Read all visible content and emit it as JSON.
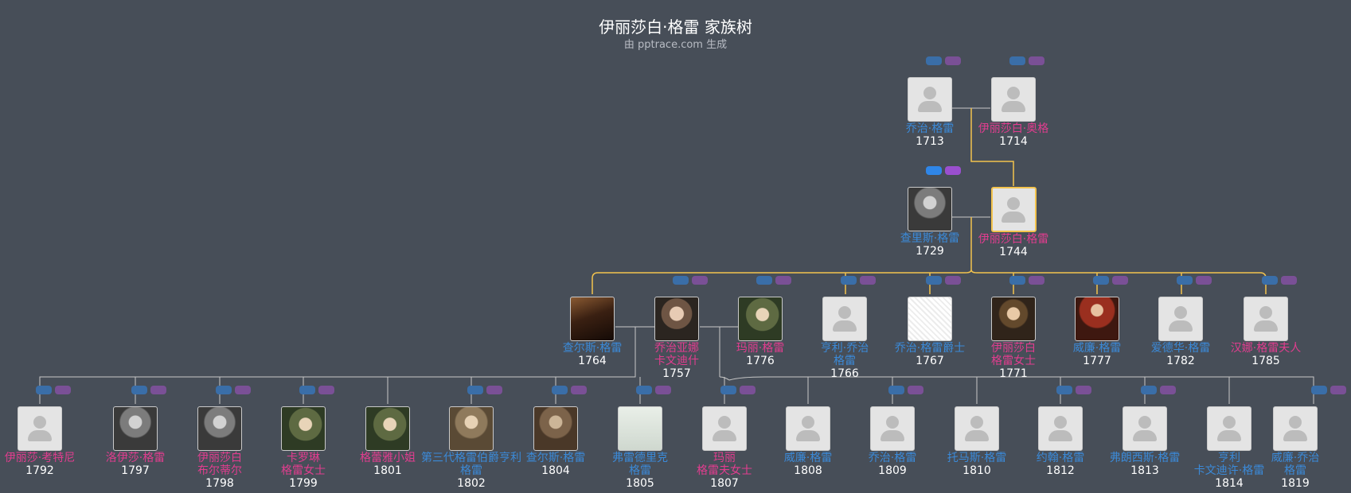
{
  "title": "伊丽莎白·格雷 家族树",
  "subtitle": "由 pptrace.com 生成",
  "colors": {
    "background": "#474e58",
    "male_name": "#3b8ad8",
    "female_name": "#e23d8f",
    "highlight_line": "#f3c34d",
    "line": "#c8c8c8"
  },
  "people": [
    {
      "id": "george",
      "name": "乔治·格雷",
      "year": "1713",
      "gender": "male",
      "photo": "placeholder"
    },
    {
      "id": "elizabeth_ogle",
      "name": "伊丽莎白·奥格",
      "year": "1714",
      "gender": "female",
      "photo": "placeholder"
    },
    {
      "id": "charles_sr",
      "name": "查里斯·格雷",
      "year": "1729",
      "gender": "male",
      "photo": "sketch-portrait"
    },
    {
      "id": "elizabeth_grey",
      "name": "伊丽莎白·格雷",
      "year": "1744",
      "gender": "female",
      "photo": "placeholder",
      "selected": true
    },
    {
      "id": "charles_jr",
      "name": "查尔斯·格雷",
      "year": "1764",
      "gender": "male",
      "photo": "portrait"
    },
    {
      "id": "georgiana",
      "name": "乔治亚娜\n卡文迪什",
      "year": "1757",
      "gender": "female",
      "photo": "portrait"
    },
    {
      "id": "mary",
      "name": "玛丽·格雷",
      "year": "1776",
      "gender": "female",
      "photo": "portrait"
    },
    {
      "id": "henry_george",
      "name": "亨利·乔治\n格雷",
      "year": "1766",
      "gender": "male",
      "photo": "placeholder"
    },
    {
      "id": "george_sir",
      "name": "乔治·格雷爵士",
      "year": "1767",
      "gender": "male",
      "photo": "sketch-portrait"
    },
    {
      "id": "elizabeth_lady",
      "name": "伊丽莎白\n格雷女士",
      "year": "1771",
      "gender": "female",
      "photo": "portrait"
    },
    {
      "id": "william",
      "name": "威廉·格雷",
      "year": "1777",
      "gender": "male",
      "photo": "portrait"
    },
    {
      "id": "edward",
      "name": "爱德华·格雷",
      "year": "1782",
      "gender": "male",
      "photo": "placeholder"
    },
    {
      "id": "hannah",
      "name": "汉娜·格雷夫人",
      "year": "1785",
      "gender": "female",
      "photo": "placeholder"
    },
    {
      "id": "c1",
      "name": "伊丽莎·考特尼",
      "year": "1792",
      "gender": "female",
      "photo": "placeholder"
    },
    {
      "id": "c2",
      "name": "洛伊莎·格雷",
      "year": "1797",
      "gender": "female",
      "photo": "portrait"
    },
    {
      "id": "c3",
      "name": "伊丽莎白\n布尔蒂尔",
      "year": "1798",
      "gender": "female",
      "photo": "portrait"
    },
    {
      "id": "c4",
      "name": "卡罗琳\n格雷女士",
      "year": "1799",
      "gender": "female",
      "photo": "portrait"
    },
    {
      "id": "c5",
      "name": "格蕾雅小姐",
      "year": "1801",
      "gender": "female",
      "photo": "portrait"
    },
    {
      "id": "c6",
      "name": "第三代格雷伯爵亨利\n格雷",
      "year": "1802",
      "gender": "male",
      "photo": "portrait"
    },
    {
      "id": "c7",
      "name": "查尔斯·格雷",
      "year": "1804",
      "gender": "male",
      "photo": "portrait"
    },
    {
      "id": "c8",
      "name": "弗雷德里克\n格雷",
      "year": "1805",
      "gender": "male",
      "photo": "painting"
    },
    {
      "id": "c9",
      "name": "玛丽\n格雷夫女士",
      "year": "1807",
      "gender": "female",
      "photo": "placeholder"
    },
    {
      "id": "c10",
      "name": "威廉·格雷",
      "year": "1808",
      "gender": "male",
      "photo": "placeholder"
    },
    {
      "id": "c11",
      "name": "乔治·格雷",
      "year": "1809",
      "gender": "male",
      "photo": "placeholder"
    },
    {
      "id": "c12",
      "name": "托马斯·格雷",
      "year": "1810",
      "gender": "male",
      "photo": "placeholder"
    },
    {
      "id": "c13",
      "name": "约翰·格雷",
      "year": "1812",
      "gender": "male",
      "photo": "placeholder"
    },
    {
      "id": "c14",
      "name": "弗朗西斯·格雷",
      "year": "1813",
      "gender": "male",
      "photo": "placeholder"
    },
    {
      "id": "c15",
      "name": "亨利\n卡文迪许·格雷",
      "year": "1814",
      "gender": "male",
      "photo": "placeholder"
    },
    {
      "id": "c16",
      "name": "威廉·乔治\n格雷",
      "year": "1819",
      "gender": "male",
      "photo": "placeholder"
    }
  ]
}
